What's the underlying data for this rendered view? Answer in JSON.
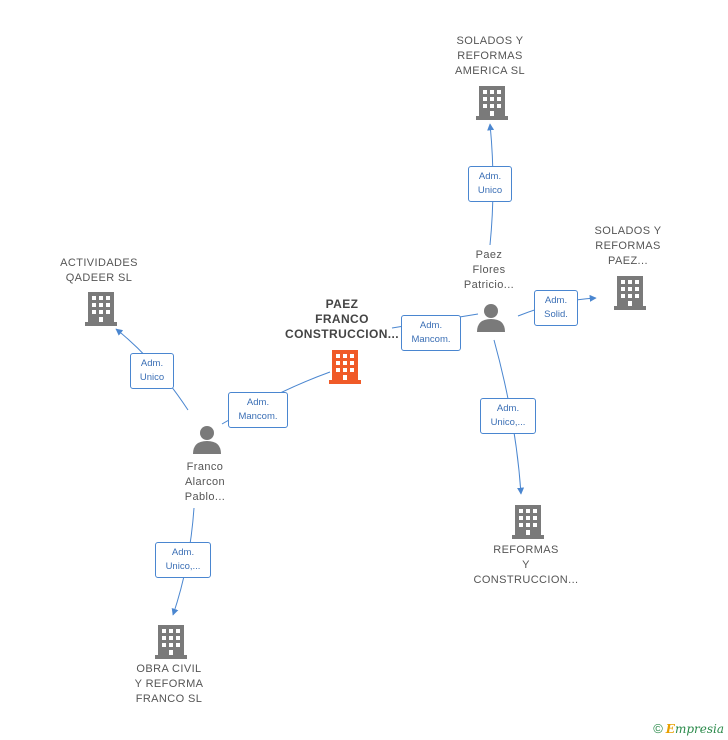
{
  "nodes": {
    "main": {
      "lines": [
        "PAEZ",
        "FRANCO",
        "CONSTRUCCION..."
      ]
    },
    "solados_america": {
      "lines": [
        "SOLADOS Y",
        "REFORMAS",
        "AMERICA  SL"
      ]
    },
    "solados_paez": {
      "lines": [
        "SOLADOS Y",
        "REFORMAS",
        "PAEZ..."
      ]
    },
    "actividades": {
      "lines": [
        "ACTIVIDADES",
        "QADEER  SL"
      ]
    },
    "reformas_construccion": {
      "lines": [
        "REFORMAS",
        "Y",
        "CONSTRUCCION..."
      ]
    },
    "obra_civil": {
      "lines": [
        "OBRA CIVIL",
        "Y REFORMA",
        "FRANCO  SL"
      ]
    },
    "paez_person": {
      "lines": [
        "Paez",
        "Flores",
        "Patricio..."
      ]
    },
    "franco_person": {
      "lines": [
        "Franco",
        "Alarcon",
        "Pablo..."
      ]
    }
  },
  "edges": {
    "paez_to_america": [
      "Adm.",
      "Unico"
    ],
    "paez_to_main": [
      "Adm.",
      "Mancom."
    ],
    "paez_to_solados_paez": [
      "Adm.",
      "Solid."
    ],
    "paez_to_reformas": [
      "Adm.",
      "Unico,..."
    ],
    "franco_to_actividades": [
      "Adm.",
      "Unico"
    ],
    "franco_to_main": [
      "Adm.",
      "Mancom."
    ],
    "franco_to_obra": [
      "Adm.",
      "Unico,..."
    ]
  },
  "colors": {
    "main_building": "#f05a28",
    "building": "#7a7a7a",
    "person": "#7a7a7a",
    "edge": "#4a86d0"
  },
  "footer": {
    "copyright": "©",
    "brand_first": "E",
    "brand_rest": "mpresia"
  }
}
